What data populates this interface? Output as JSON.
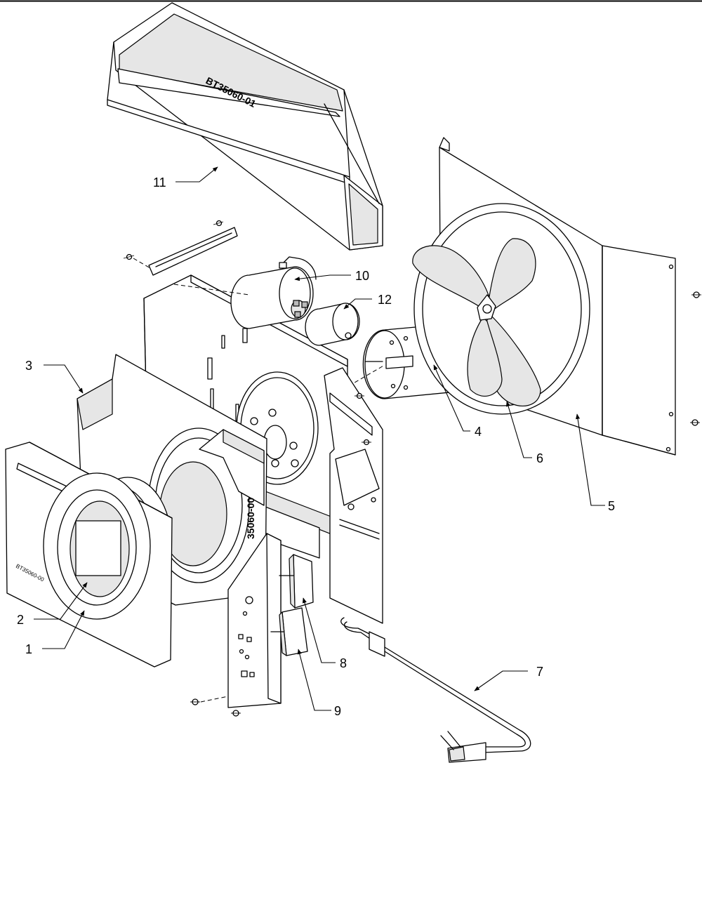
{
  "diagram": {
    "stamps": {
      "duct": "BT35060-01",
      "panel": "BT35060-00",
      "scroll": "35060-00"
    },
    "callouts": [
      {
        "id": "1",
        "label": "1"
      },
      {
        "id": "2",
        "label": "2"
      },
      {
        "id": "3",
        "label": "3"
      },
      {
        "id": "4",
        "label": "4"
      },
      {
        "id": "5",
        "label": "5"
      },
      {
        "id": "6",
        "label": "6"
      },
      {
        "id": "7",
        "label": "7"
      },
      {
        "id": "8",
        "label": "8"
      },
      {
        "id": "9",
        "label": "9"
      },
      {
        "id": "10",
        "label": "10"
      },
      {
        "id": "11",
        "label": "11"
      },
      {
        "id": "12",
        "label": "12"
      }
    ]
  }
}
